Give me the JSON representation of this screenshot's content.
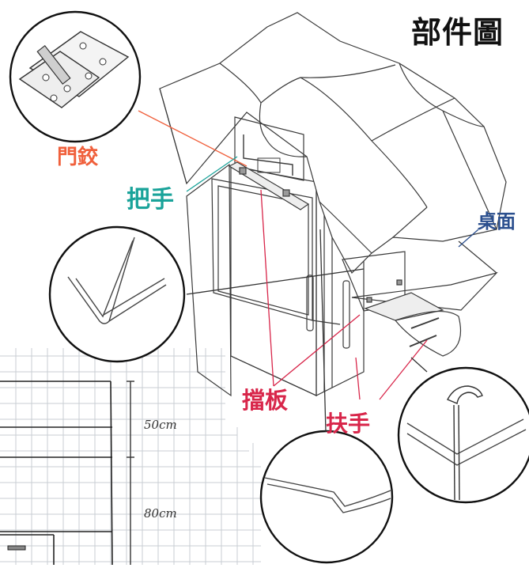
{
  "title": "部件圖",
  "labels": {
    "hinge": "門鉸",
    "handle": "把手",
    "tabletop": "桌面",
    "baffle": "擋板",
    "armrest": "扶手"
  },
  "dimensions": {
    "upper": "50cm",
    "lower": "80cm"
  },
  "colors": {
    "hinge": "#f0603c",
    "handle": "#1aa39a",
    "tabletop": "#2b4f8e",
    "baffle": "#d8264a",
    "armrest": "#d8264a",
    "title": "#111111",
    "grid": "#c9cdd3"
  }
}
